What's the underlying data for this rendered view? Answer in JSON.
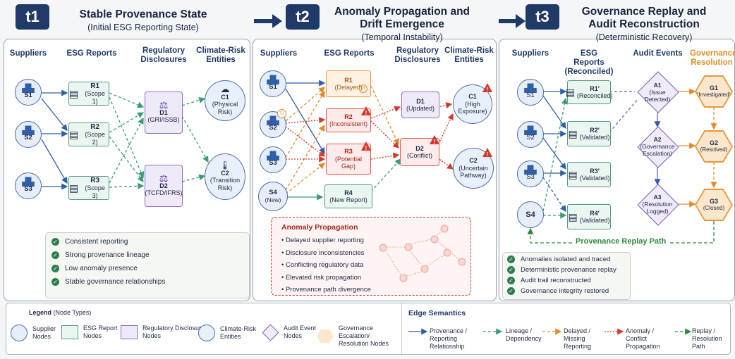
{
  "panels": [
    {
      "tag": "t1",
      "title": "Stable Provenance State",
      "subtitle": "(Initial ESG Reporting State)"
    },
    {
      "tag": "t2",
      "title": "Anomaly Propagation and Drift Emergence",
      "subtitle": "(Temporal Instability)"
    },
    {
      "tag": "t3",
      "title": "Governance Replay and Audit Reconstruction",
      "subtitle": "(Deterministic Recovery)"
    }
  ],
  "t1": {
    "cols": {
      "suppliers": "Suppliers",
      "esg": "ESG Reports",
      "reg": "Regulatory Disclosures",
      "climate": "Climate-Risk Entities"
    },
    "suppliers": [
      "S1",
      "S2",
      "S3"
    ],
    "reports": [
      {
        "id": "R1",
        "sub": "(Scope 1)"
      },
      {
        "id": "R2",
        "sub": "(Scope 2)"
      },
      {
        "id": "R3",
        "sub": "(Scope 3)"
      }
    ],
    "disclosures": [
      {
        "id": "D1",
        "sub": "(GRI/ISSB)"
      },
      {
        "id": "D2",
        "sub": "(TCFD/IFRS)"
      }
    ],
    "climate": [
      {
        "id": "C1",
        "sub": "(Physical Risk)"
      },
      {
        "id": "C2",
        "sub": "(Transition Risk)"
      }
    ],
    "bullets": [
      "Consistent reporting",
      "Strong provenance lineage",
      "Low anomaly presence",
      "Stable governance relationships"
    ]
  },
  "t2": {
    "cols": {
      "suppliers": "Suppliers",
      "esg": "ESG Reports",
      "reg": "Regulatory Disclosures",
      "climate": "Climate-Risk Entities"
    },
    "suppliers": [
      "S1",
      "S2",
      "S3",
      "S4",
      "(New)"
    ],
    "reports": [
      {
        "id": "R1",
        "sub": "(Delayed)"
      },
      {
        "id": "R2",
        "sub": "(Inconsistent)"
      },
      {
        "id": "R3",
        "sub": "(Potential Gap)"
      },
      {
        "id": "R4",
        "sub": "(New Report)"
      }
    ],
    "disclosures": [
      {
        "id": "D1",
        "sub": "(Updated)"
      },
      {
        "id": "D2",
        "sub": "(Conflict)"
      }
    ],
    "climate": [
      {
        "id": "C1",
        "sub": "(High Exposure)"
      },
      {
        "id": "C2",
        "sub": "(Uncertain Pathway)"
      }
    ],
    "anomaly_title": "Anomaly Propagation",
    "anomaly_items": [
      "Delayed supplier reporting",
      "Disclosure inconsistencies",
      "Conflicting regulatory data",
      "Elevated risk propagation",
      "Provenance path divergence"
    ]
  },
  "t3": {
    "cols": {
      "suppliers": "Suppliers",
      "esg": "ESG Reports (Reconciled)",
      "audit": "Audit Events",
      "gov": "Governance Resolution"
    },
    "suppliers": [
      "S1",
      "S2",
      "S3",
      "S4"
    ],
    "reports": [
      {
        "id": "R1'",
        "sub": "(Reconciled)"
      },
      {
        "id": "R2'",
        "sub": "(Validated)"
      },
      {
        "id": "R3'",
        "sub": "(Validated)"
      },
      {
        "id": "R4'",
        "sub": "(Validated)"
      }
    ],
    "audits": [
      {
        "id": "A1",
        "sub": "(Issue Detected)"
      },
      {
        "id": "A2",
        "sub": "(Governance Escalation)"
      },
      {
        "id": "A3",
        "sub": "(Resolution Logged)"
      }
    ],
    "gov": [
      {
        "id": "G1",
        "sub": "(Investigated)"
      },
      {
        "id": "G2",
        "sub": "(Resolved)"
      },
      {
        "id": "G3",
        "sub": "(Closed)"
      }
    ],
    "replay_label": "Provenance Replay Path",
    "bullets": [
      "Anomalies isolated and traced",
      "Deterministic provenance replay",
      "Audit trail reconstructed",
      "Governance integrity restored"
    ]
  },
  "legend": {
    "title": "Legend",
    "title_suffix": "(Node Types)",
    "nodes": [
      "Supplier Nodes",
      "ESG Report Nodes",
      "Regulatory Disclosure Nodes",
      "Climate-Risk Entities",
      "Audit Event Nodes",
      "Governance Escalation/ Resolution Nodes"
    ],
    "edge_title": "Edge Semantics",
    "edges": [
      "Provenance / Reporting Relationship",
      "Lineage / Dependency",
      "Delayed / Missing Reporting",
      "Anomaly / Conflict Propagation",
      "Replay / Resolution Path"
    ]
  },
  "colors": {
    "navy": "#1f3a66",
    "blue": "#2f5fa8",
    "teal": "#3a9a80",
    "orange": "#e58a2a",
    "red": "#d6382b",
    "green": "#2e8a3e"
  },
  "icons": [
    "factory-icon",
    "document-icon",
    "scales-icon",
    "cloud-rain-icon",
    "thermometer-icon",
    "warning-icon",
    "clock-icon",
    "check-circle-icon"
  ]
}
